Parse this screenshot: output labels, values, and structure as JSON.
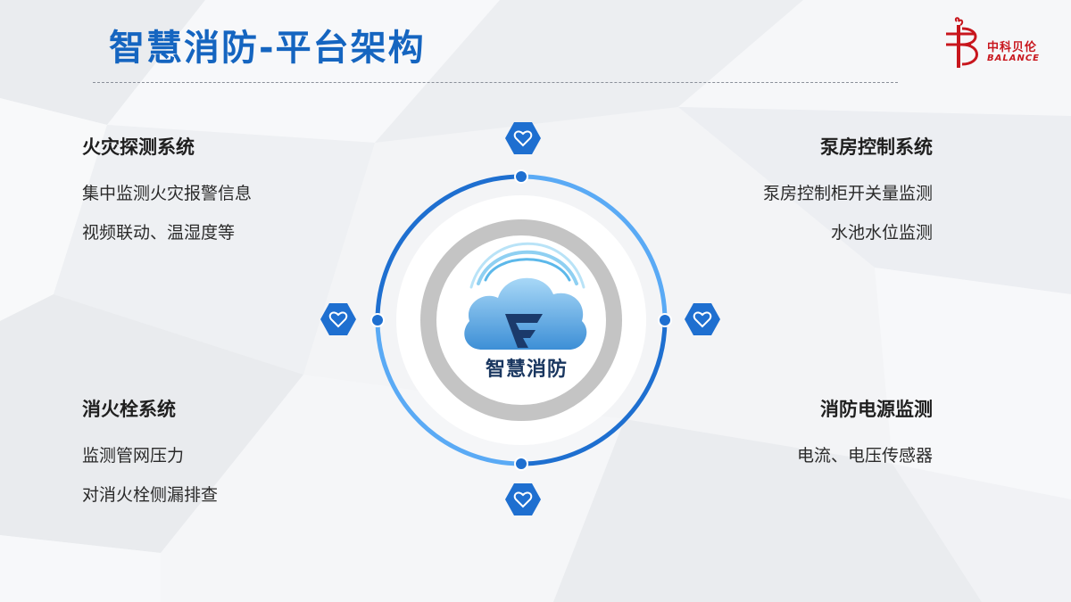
{
  "header": {
    "title": "智慧消防-平台架构"
  },
  "logo": {
    "name": "中科贝伦",
    "subtitle": "BALANCE",
    "icon": "logo-mark-icon"
  },
  "center": {
    "label": "智慧消防",
    "icon": "cloud-f-icon"
  },
  "quadrants": {
    "top_left": {
      "title": "火灾探测系统",
      "lines": [
        "集中监测火灾报警信息",
        "视频联动、温湿度等"
      ]
    },
    "top_right": {
      "title": "泵房控制系统",
      "lines": [
        "泵房控制柜开关量监测",
        "水池水位监测"
      ]
    },
    "bottom_left": {
      "title": "消火栓系统",
      "lines": [
        "监测管网压力",
        "对消火栓侧漏排查"
      ]
    },
    "bottom_right": {
      "title": "消防电源监测",
      "lines": [
        "电流、电压传感器"
      ]
    }
  },
  "colors": {
    "primary": "#1565c0",
    "ring_light": "#4a9cf0",
    "ring_dark": "#1e6fd0",
    "inner_ring": "#c4c4c4",
    "logo_red": "#c8161d"
  },
  "hex_badges": {
    "icon": "heart-icon",
    "count": 4
  }
}
